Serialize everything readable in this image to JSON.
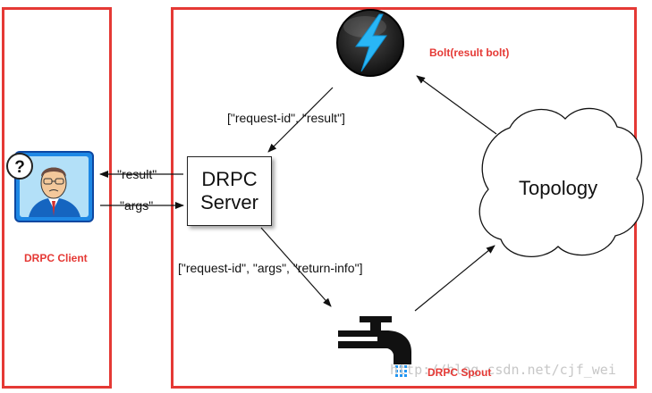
{
  "client": {
    "label": "DRPC Client",
    "icon": "confused-user-icon"
  },
  "server": {
    "line1": "DRPC",
    "line2": "Server"
  },
  "edges": {
    "result": "\"result\"",
    "args": "\"args\"",
    "request_result": "[\"request-id\", \"result\"]",
    "request_args": "[\"request-id\", \"args\", \"return-info\"]"
  },
  "bolt": {
    "label": "Bolt(result bolt)",
    "icon": "lightning-bolt-icon"
  },
  "topology": {
    "label": "Topology",
    "icon": "cloud-icon"
  },
  "spout": {
    "label": "DRPC Spout",
    "icon": "faucet-icon"
  },
  "watermark": "http://blog.csdn.net/cjf_wei",
  "colors": {
    "frame": "#e53935",
    "label_red": "#e53935",
    "bolt_blue": "#29b6f6"
  }
}
